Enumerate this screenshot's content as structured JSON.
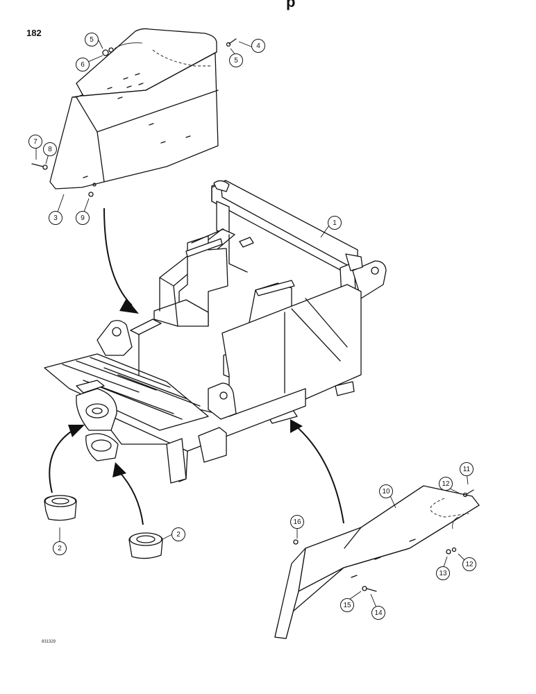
{
  "page_number": "182",
  "catalog_number": "831329",
  "top_fragment": "p",
  "callouts": [
    {
      "id": "c5a",
      "label": "5"
    },
    {
      "id": "c6",
      "label": "6"
    },
    {
      "id": "c4",
      "label": "4"
    },
    {
      "id": "c5b",
      "label": "5"
    },
    {
      "id": "c7",
      "label": "7"
    },
    {
      "id": "c8",
      "label": "8"
    },
    {
      "id": "c3",
      "label": "3"
    },
    {
      "id": "c9",
      "label": "9"
    },
    {
      "id": "c1",
      "label": "1"
    },
    {
      "id": "c2a",
      "label": "2"
    },
    {
      "id": "c2b",
      "label": "2"
    },
    {
      "id": "c10",
      "label": "10"
    },
    {
      "id": "c11",
      "label": "11"
    },
    {
      "id": "c12a",
      "label": "12"
    },
    {
      "id": "c12b",
      "label": "12"
    },
    {
      "id": "c13",
      "label": "13"
    },
    {
      "id": "c14",
      "label": "14"
    },
    {
      "id": "c15",
      "label": "15"
    },
    {
      "id": "c16",
      "label": "16"
    }
  ]
}
